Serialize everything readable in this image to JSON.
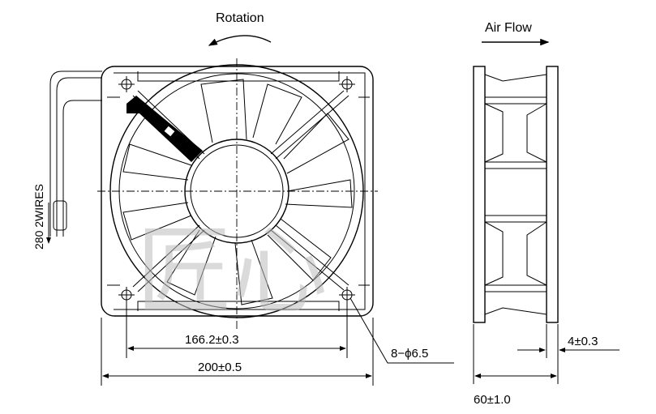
{
  "labels": {
    "rotation": "Rotation",
    "air_flow": "Air Flow",
    "wires": "280 2WIRES",
    "hole_spacing": "166.2±0.3",
    "frame_width": "200±0.5",
    "holes": "8−ϕ6.5",
    "flange": "4±0.3",
    "depth": "60±1.0"
  },
  "watermark": "匠心",
  "colors": {
    "line": "#000000",
    "watermark": "#bdbdbd",
    "background": "#ffffff"
  }
}
